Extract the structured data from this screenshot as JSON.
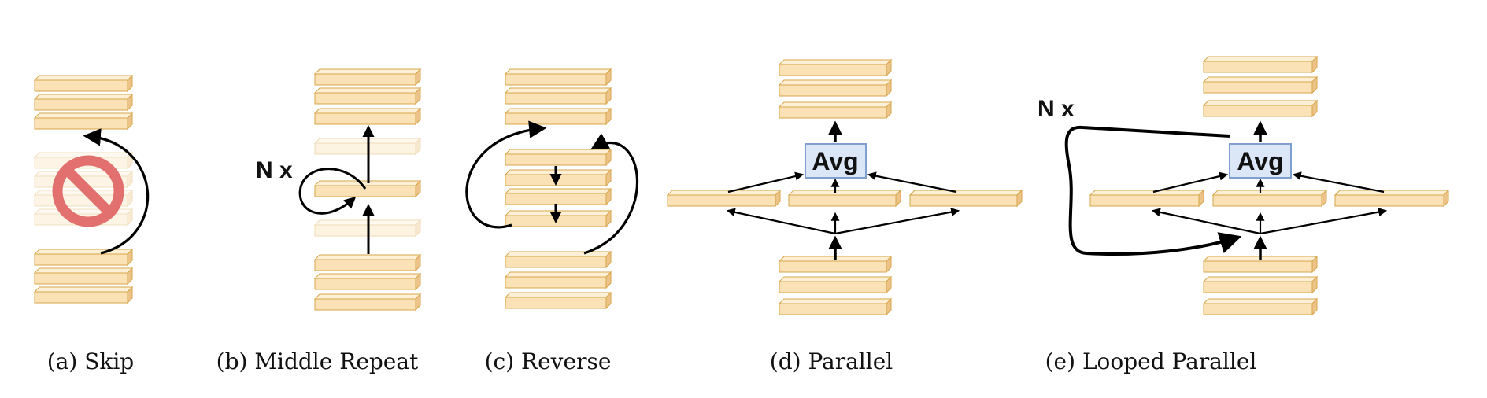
{
  "panels": [
    {
      "id": "skip",
      "caption": "(a) Skip"
    },
    {
      "id": "middle-repeat",
      "caption": "(b) Middle Repeat",
      "repeat_label": "N x"
    },
    {
      "id": "reverse",
      "caption": "(c) Reverse"
    },
    {
      "id": "parallel",
      "caption": "(d) Parallel",
      "avg_label": "Avg"
    },
    {
      "id": "looped-parallel",
      "caption": "(e) Looped Parallel",
      "avg_label": "Avg",
      "repeat_label": "N x"
    }
  ],
  "colors": {
    "layer_fill": "#fbe2b6",
    "layer_top": "#fdf0d6",
    "layer_side": "#ecc48a",
    "layer_stroke": "#d7a64a",
    "avg_fill": "#dbe6f7",
    "avg_stroke": "#7f9fd0",
    "no_sign": "#e2706f",
    "arrow": "#000000"
  },
  "icons": [
    "no-entry-icon"
  ]
}
